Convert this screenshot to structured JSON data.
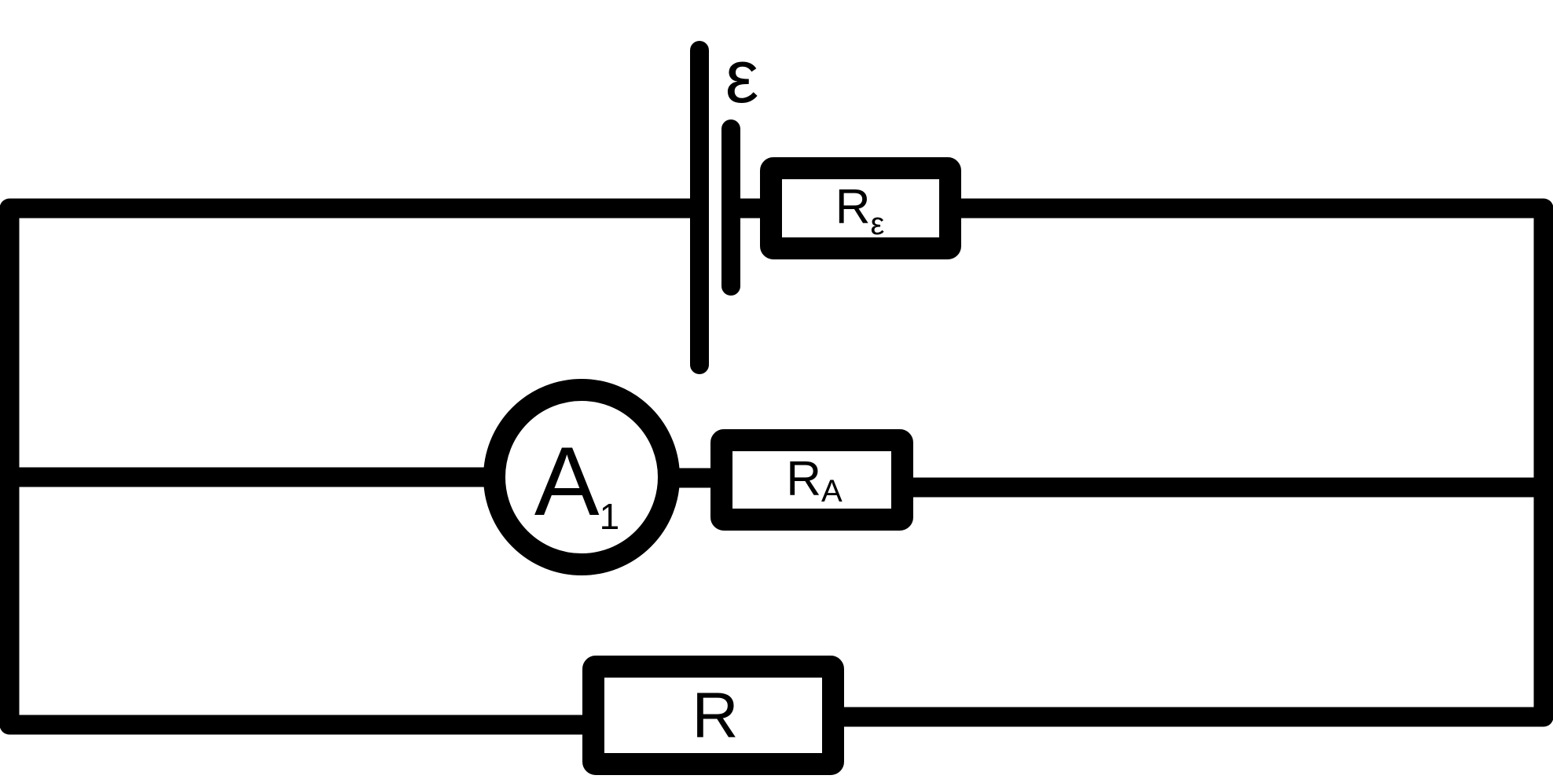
{
  "diagram": {
    "type": "circuit",
    "colors": {
      "stroke": "#000000",
      "background": "#ffffff"
    },
    "source": {
      "symbol": "ε"
    },
    "resistors": [
      {
        "id": "source-resistor",
        "main": "R",
        "sub": "ε"
      },
      {
        "id": "ammeter-resistor",
        "main": "R",
        "sub": "A"
      },
      {
        "id": "load-resistor",
        "main": "R",
        "sub": ""
      }
    ],
    "ammeter": {
      "main": "A",
      "sub": "1"
    }
  }
}
